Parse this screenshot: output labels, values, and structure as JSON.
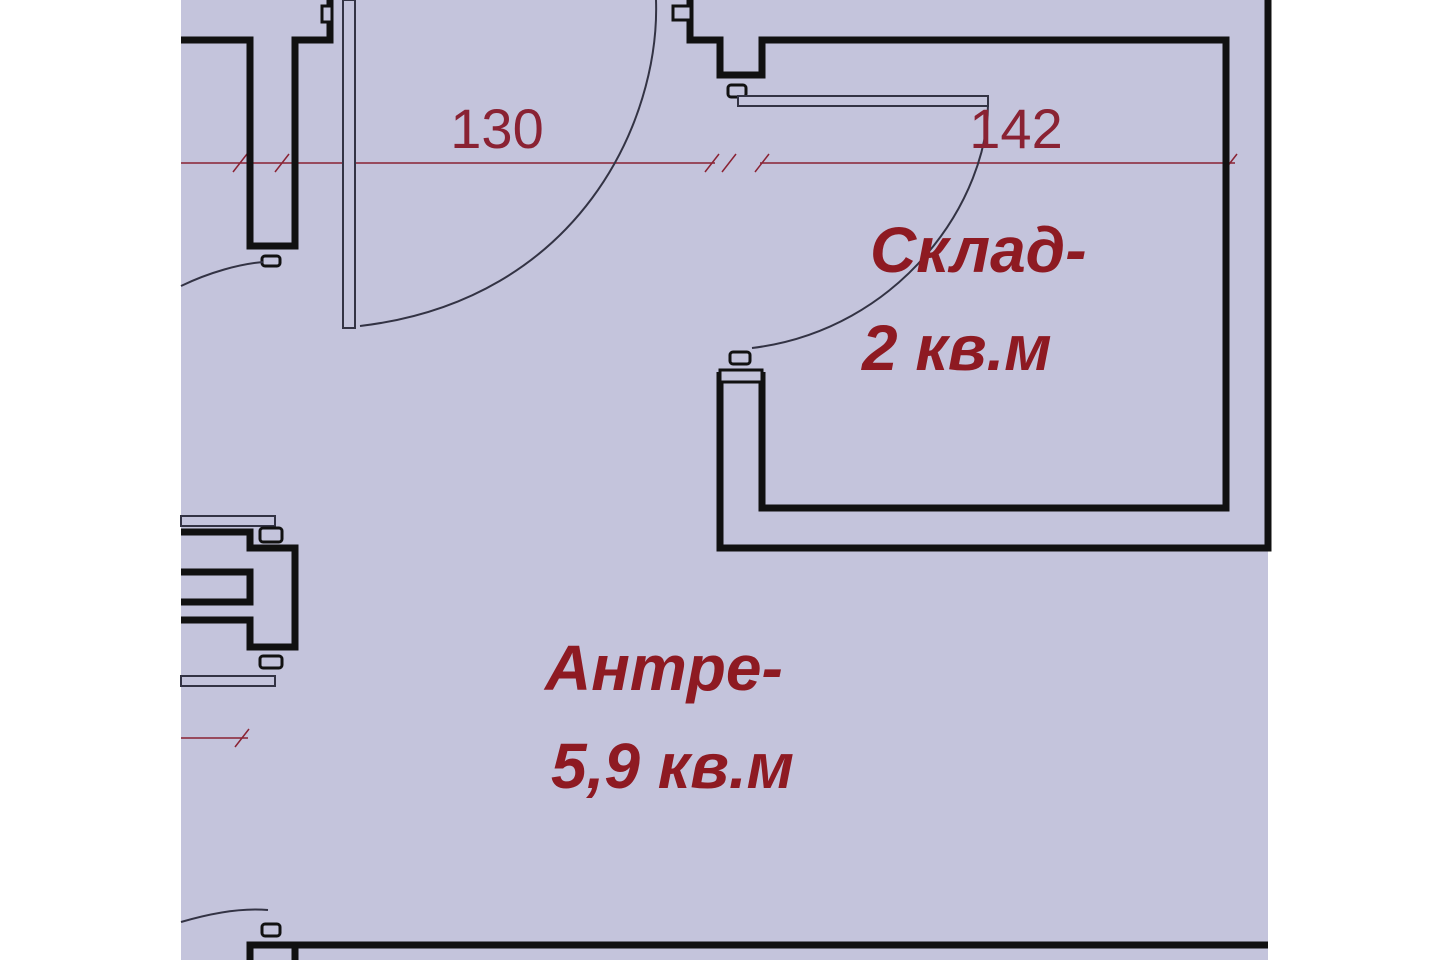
{
  "colors": {
    "floor": "#c4c4dc",
    "wall": "#111111",
    "wall_fill": "#c4c4dc",
    "door": "#333344",
    "dimension": "#8a2233",
    "label": "#8e1a22",
    "margin": "#ffffff"
  },
  "dimensions": {
    "left_width": "130",
    "right_width": "142"
  },
  "rooms": {
    "storage": {
      "name": "Склад-",
      "area": "2 кв.м"
    },
    "hall": {
      "name": "Антре-",
      "area": "5,9 кв.м"
    }
  }
}
